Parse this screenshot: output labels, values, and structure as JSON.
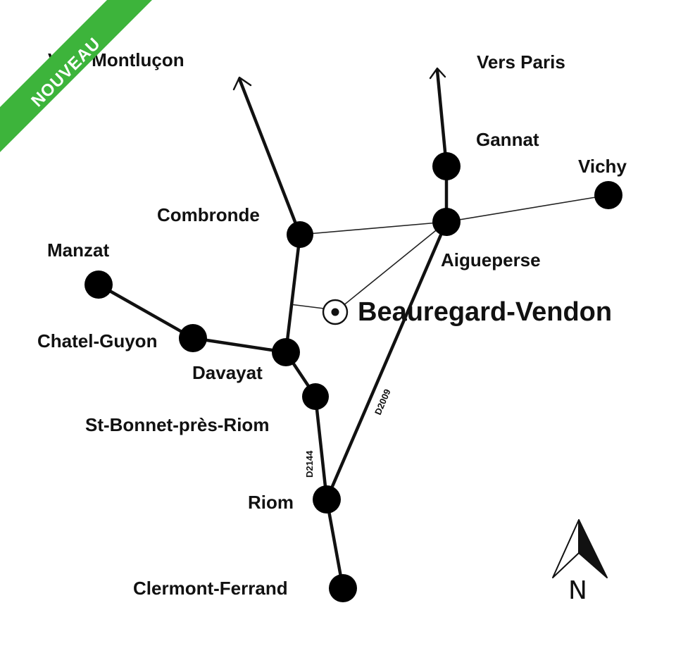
{
  "badge": {
    "text": "NOUVEAU",
    "color": "#3db43b"
  },
  "highlight": {
    "name": "Beauregard-Vendon"
  },
  "towns": {
    "gannat": "Gannat",
    "vichy": "Vichy",
    "combronde": "Combronde",
    "aigueperse": "Aigueperse",
    "manzat": "Manzat",
    "chatel_guyon": "Chatel-Guyon",
    "davayat": "Davayat",
    "st_bonnet": "St-Bonnet-près-Riom",
    "riom": "Riom",
    "clermont": "Clermont-Ferrand"
  },
  "directions": {
    "montlucon": "Vers Montluçon",
    "paris": "Vers Paris"
  },
  "roads": {
    "d2009": "D2009",
    "d2144": "D2144"
  },
  "compass": {
    "letter": "N"
  }
}
